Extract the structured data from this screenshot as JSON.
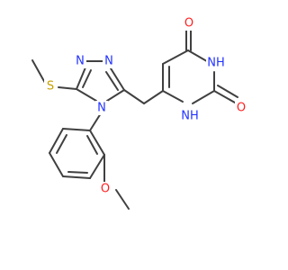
{
  "colors": {
    "carbon": "#404040",
    "nitrogen": "#2233ff",
    "oxygen": "#ff1f1f",
    "sulfur": "#c8a000",
    "background": "#ffffff"
  },
  "atoms": {
    "n_triazole_top_left": "N",
    "n_triazole_top_right": "N",
    "n_triazole_bottom": "N",
    "s_thioether": "S",
    "o_methoxy": "O",
    "o_pyrimidine_top": "O",
    "o_pyrimidine_right": "O",
    "nh_pyrimidine_upper": "NH",
    "nh_pyrimidine_lower": "NH"
  }
}
